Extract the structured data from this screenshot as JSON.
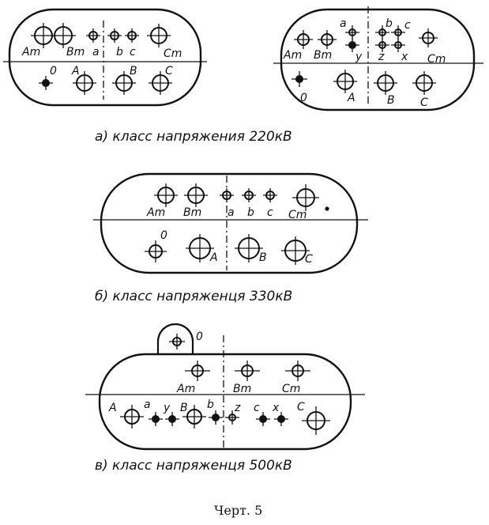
{
  "diagrams": [
    {
      "id": "a",
      "caption": "а) класс напряжения 220кВ",
      "panels": [
        {
          "id": "a-left",
          "labels_top": [
            "Am",
            "Bm",
            "a",
            "b",
            "c",
            "Cm"
          ],
          "labels_bottom": [
            "0",
            "A",
            "B",
            "C"
          ]
        },
        {
          "id": "a-right",
          "labels_top": [
            "Am",
            "Bm",
            "y",
            "z",
            "x",
            "Cm"
          ],
          "labels_small": [
            "a",
            "b",
            "c"
          ],
          "labels_bottom": [
            "0",
            "A",
            "B",
            "C"
          ]
        }
      ]
    },
    {
      "id": "b",
      "caption": "б) класс напряженця 330кВ",
      "panels": [
        {
          "id": "b-main",
          "labels_top": [
            "Am",
            "Bm",
            "a",
            "b",
            "c",
            "Cm"
          ],
          "labels_bottom": [
            "0",
            "A",
            "B",
            "C"
          ]
        }
      ]
    },
    {
      "id": "c",
      "caption": "в) класс напряженця 500кВ",
      "panels": [
        {
          "id": "c-main",
          "labels_top": [
            "Am",
            "Bm",
            "Cm"
          ],
          "labels_bottom": [
            "A",
            "a",
            "y",
            "B",
            "b",
            "z",
            "c",
            "x",
            "C"
          ],
          "labels_tab": [
            "0"
          ]
        }
      ]
    }
  ],
  "footer": "Черт. 5"
}
